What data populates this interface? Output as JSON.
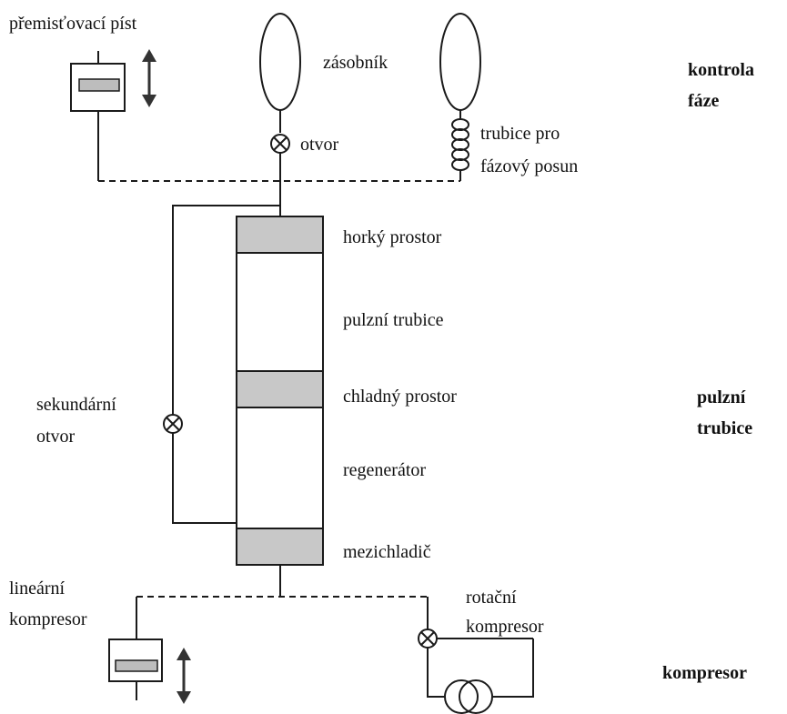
{
  "labels": {
    "displacer": "přemisťovací píst",
    "reservoir": "zásobník",
    "orifice": "otvor",
    "inertance_tube_1": "trubice pro",
    "inertance_tube_2": "fázový posun",
    "hot_space": "horký prostor",
    "pulse_tube": "pulzní trubice",
    "cold_space": "chladný prostor",
    "secondary_orifice_1": "sekundární",
    "secondary_orifice_2": "otvor",
    "regenerator": "regenerátor",
    "aftercooler": "mezichladič",
    "linear_compressor_1": "lineární",
    "linear_compressor_2": "kompresor",
    "rotary_compressor_1": "rotační",
    "rotary_compressor_2": "kompresor"
  },
  "sections": {
    "phase_control_1": "kontrola",
    "phase_control_2": "fáze",
    "pulse_tube_1": "pulzní",
    "pulse_tube_2": "trubice",
    "compressor": "kompresor"
  },
  "colors": {
    "line": "#1a1a1a",
    "band_fill": "#c8c8c8",
    "piston_fill": "#bdbdbd",
    "box_fill": "#ffffff"
  }
}
